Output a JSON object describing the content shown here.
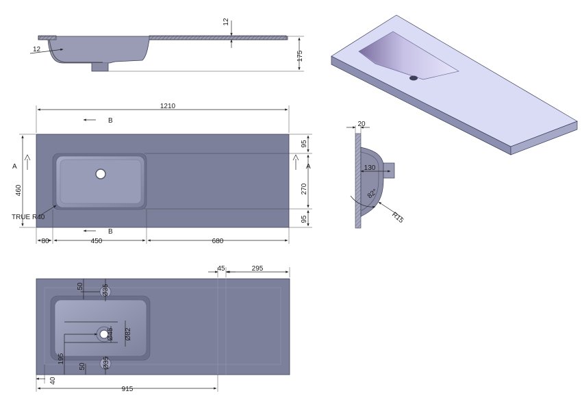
{
  "side_view": {
    "dim_wall": "12",
    "dim_bowl_wall": "12",
    "dim_height": "175"
  },
  "top_view": {
    "dim_length": "1210",
    "dim_width": "460",
    "dim_top": "95",
    "dim_bowl": "270",
    "dim_bottom": "95",
    "dim_left": "80",
    "dim_bowl_length": "450",
    "dim_right": "680",
    "label_a": "A",
    "label_b": "B",
    "radius_note": "TRUE R40"
  },
  "section_view": {
    "dim_thickness": "20",
    "dim_depth": "130",
    "dim_angle": "82°",
    "dim_radius": "R15"
  },
  "underside_view": {
    "dim_45": "45",
    "dim_295": "295",
    "dim_50_top": "50",
    "dia_35_top": "Ø35",
    "dia_45": "Ø45",
    "dia_82": "Ø82",
    "dim_195": "195",
    "dim_50_bottom": "50",
    "dia_35_bottom": "Ø35",
    "dim_40": "40",
    "dim_915": "915"
  },
  "colors": {
    "surface": "#7d809b",
    "bowl": "#8e91ac",
    "iso_top": "#dadcf6",
    "iso_side": "#8d8fb0",
    "iso_bowl": "#b7b4d8"
  }
}
